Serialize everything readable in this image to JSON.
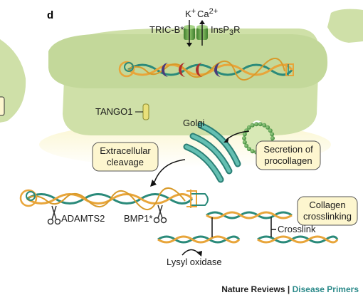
{
  "panel_label": "d",
  "channels": {
    "tric": "TRIC-B*",
    "k_ion": "K",
    "k_sup": "+",
    "ca_ion": "Ca",
    "ca_sup": "2+",
    "insp3r_a": "InsP",
    "insp3r_sub": "3",
    "insp3r_b": "R"
  },
  "labels": {
    "tango1": "TANGO1",
    "golgi": "Golgi",
    "adamts2": "ADAMTS2",
    "bmp1": "BMP1*",
    "crosslink": "Crosslink",
    "lysyl_oxidase": "Lysyl oxidase"
  },
  "boxes": {
    "cleavage": [
      "Extracellular",
      "cleavage"
    ],
    "secretion": [
      "Secretion of",
      "procollagen"
    ],
    "crosslinking": [
      "Collagen",
      "crosslinking"
    ]
  },
  "footer": {
    "journal": "Nature Reviews",
    "separator": " | ",
    "series": "Disease Primers"
  },
  "colors": {
    "cell": "#cfe0a8",
    "strand_orange": "#e8a53a",
    "strand_teal": "#2a8a7a",
    "golgi": "#56b5a8",
    "box_fill": "#fdf6cf",
    "accent": "#2b8a8a"
  }
}
